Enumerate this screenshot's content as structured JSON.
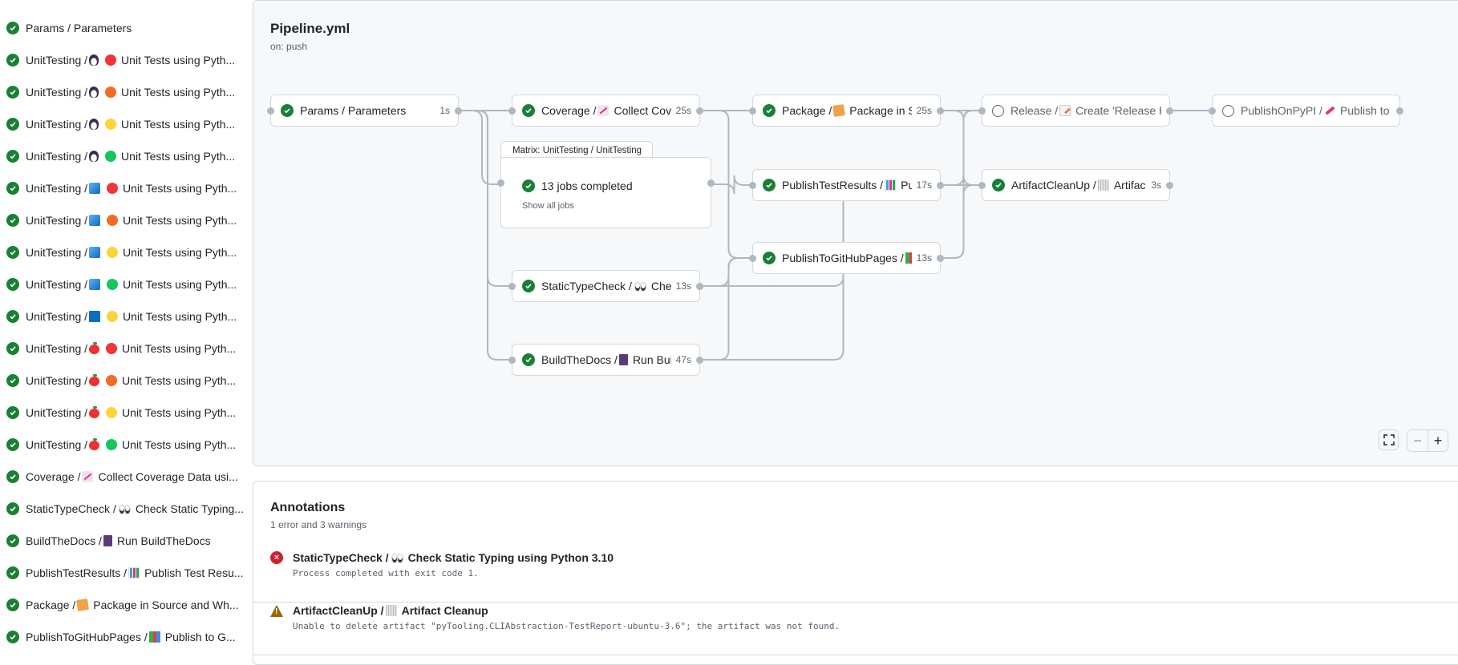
{
  "sidebar": {
    "items": [
      {
        "parts": [
          "Params / Parameters"
        ],
        "icons": [],
        "text": ""
      },
      {
        "parts": [
          "UnitTesting / "
        ],
        "icons": [
          "penguin",
          "circle-red"
        ],
        "text": "Unit Tests using Pyth..."
      },
      {
        "parts": [
          "UnitTesting / "
        ],
        "icons": [
          "penguin",
          "circle-orange"
        ],
        "text": "Unit Tests using Pyth..."
      },
      {
        "parts": [
          "UnitTesting / "
        ],
        "icons": [
          "penguin",
          "circle-yellow"
        ],
        "text": "Unit Tests using Pyth..."
      },
      {
        "parts": [
          "UnitTesting / "
        ],
        "icons": [
          "penguin",
          "circle-green"
        ],
        "text": "Unit Tests using Pyth..."
      },
      {
        "parts": [
          "UnitTesting / "
        ],
        "icons": [
          "cube",
          "circle-red"
        ],
        "text": "Unit Tests using Pyth..."
      },
      {
        "parts": [
          "UnitTesting / "
        ],
        "icons": [
          "cube",
          "circle-orange"
        ],
        "text": "Unit Tests using Pyth..."
      },
      {
        "parts": [
          "UnitTesting / "
        ],
        "icons": [
          "cube",
          "circle-yellow"
        ],
        "text": "Unit Tests using Pyth..."
      },
      {
        "parts": [
          "UnitTesting / "
        ],
        "icons": [
          "cube",
          "circle-green"
        ],
        "text": "Unit Tests using Pyth..."
      },
      {
        "parts": [
          "UnitTesting / "
        ],
        "icons": [
          "blue-square",
          "circle-yellow"
        ],
        "text": "Unit Tests using Pyth..."
      },
      {
        "parts": [
          "UnitTesting / "
        ],
        "icons": [
          "apple",
          "circle-red"
        ],
        "text": "Unit Tests using Pyth..."
      },
      {
        "parts": [
          "UnitTesting / "
        ],
        "icons": [
          "apple",
          "circle-orange"
        ],
        "text": "Unit Tests using Pyth..."
      },
      {
        "parts": [
          "UnitTesting / "
        ],
        "icons": [
          "apple",
          "circle-yellow"
        ],
        "text": "Unit Tests using Pyth..."
      },
      {
        "parts": [
          "UnitTesting / "
        ],
        "icons": [
          "apple",
          "circle-green"
        ],
        "text": "Unit Tests using Pyth..."
      },
      {
        "parts": [
          "Coverage / "
        ],
        "icons": [
          "chart-up"
        ],
        "text": "Collect Coverage Data usi..."
      },
      {
        "parts": [
          "StaticTypeCheck / "
        ],
        "icons": [
          "eyes"
        ],
        "text": "Check Static Typing..."
      },
      {
        "parts": [
          "BuildTheDocs / "
        ],
        "icons": [
          "notebook"
        ],
        "text": "Run BuildTheDocs"
      },
      {
        "parts": [
          "PublishTestResults / "
        ],
        "icons": [
          "bar-chart"
        ],
        "text": "Publish Test Resu..."
      },
      {
        "parts": [
          "Package / "
        ],
        "icons": [
          "package"
        ],
        "text": "Package in Source and Wh..."
      },
      {
        "parts": [
          "PublishToGitHubPages / "
        ],
        "icons": [
          "books"
        ],
        "text": "Publish to G..."
      }
    ]
  },
  "graph": {
    "title": "Pipeline.yml",
    "trigger": "on: push",
    "matrix": {
      "label": "Matrix: UnitTesting / UnitTesting",
      "jobs": "13 jobs completed",
      "show_all": "Show all jobs",
      "status": "success"
    },
    "jobs": [
      {
        "id": "params",
        "prefix": "Params / Parameters",
        "icon": "",
        "name": "",
        "duration": "1s",
        "status": "success",
        "needs": []
      },
      {
        "id": "coverage",
        "prefix": "Coverage / ",
        "icon": "chart-up",
        "name": "Collect Cove...",
        "duration": "25s",
        "status": "success",
        "needs": [
          "params"
        ]
      },
      {
        "id": "statictype",
        "prefix": "StaticTypeCheck / ",
        "icon": "eyes",
        "name": "Chec...",
        "duration": "13s",
        "status": "success",
        "needs": [
          "params"
        ]
      },
      {
        "id": "docs",
        "prefix": "BuildTheDocs / ",
        "icon": "notebook",
        "name": "Run Buil...",
        "duration": "47s",
        "status": "success",
        "needs": [
          "params"
        ]
      },
      {
        "id": "package",
        "prefix": "Package / ",
        "icon": "package",
        "name": "Package in So...",
        "duration": "25s",
        "status": "success",
        "needs": [
          "coverage"
        ]
      },
      {
        "id": "testresults",
        "prefix": "PublishTestResults / ",
        "icon": "bar-chart",
        "name": "Pu...",
        "duration": "17s",
        "status": "success",
        "needs": [
          "matrix"
        ]
      },
      {
        "id": "ghpages",
        "prefix": "PublishToGitHubPages / ",
        "icon": "books",
        "name": "...",
        "duration": "13s",
        "status": "success",
        "needs": [
          "coverage",
          "statictype",
          "docs"
        ]
      },
      {
        "id": "release",
        "prefix": "Release / ",
        "icon": "memo",
        "name": "Create 'Release P...",
        "duration": "",
        "status": "pending",
        "needs": [
          "package",
          "testresults",
          "ghpages"
        ]
      },
      {
        "id": "cleanup",
        "prefix": "ArtifactCleanUp / ",
        "icon": "wastebasket",
        "name": "Artifac...",
        "duration": "3s",
        "status": "success",
        "needs": [
          "package",
          "testresults",
          "ghpages",
          "statictype",
          "docs"
        ]
      },
      {
        "id": "pypi",
        "prefix": "PublishOnPyPI / ",
        "icon": "rocket",
        "name": "Publish to ...",
        "duration": "",
        "status": "pending",
        "needs": [
          "release"
        ]
      }
    ],
    "controls": {
      "fullscreen": "fullscreen-icon",
      "zoom_out": "−",
      "zoom_in": "+"
    }
  },
  "annotations": {
    "title": "Annotations",
    "summary": "1 error and 3 warnings",
    "items": [
      {
        "level": "error",
        "prefix": "StaticTypeCheck / ",
        "icon": "eyes",
        "title": "Check Static Typing using Python 3.10",
        "message": "Process completed with exit code 1."
      },
      {
        "level": "warning",
        "prefix": "ArtifactCleanUp / ",
        "icon": "wastebasket",
        "title": "Artifact Cleanup",
        "message": "Unable to delete artifact \"pyTooling.CLIAbstraction-TestReport-ubuntu-3.6\"; the artifact was not found."
      }
    ]
  },
  "colors": {
    "success": "#1a7f37",
    "error": "#cf222e",
    "warning": "#9a6700",
    "edge": "#afb8c1"
  }
}
